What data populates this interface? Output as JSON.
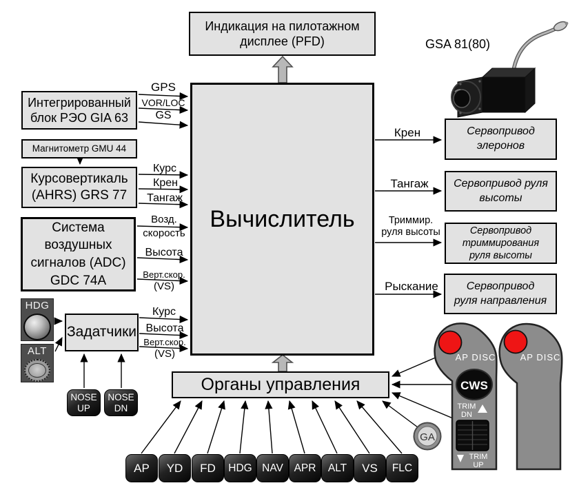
{
  "diagram": {
    "pfd_box": "Индикация  на  пилотажном\nдисплее  (PFD)",
    "computer_box": "Вычислитель",
    "controls_box": "Органы управления",
    "gia_box": "Интегрированный\nблок  РЭО  GIA 63",
    "gmu_box": "Магнитометр GMU 44",
    "ahrs_box": "Курсовертикаль\n(AHRS)  GRS 77",
    "adc_box": "Система\nвоздушных\nсигналов (ADC)\nGDC 74A",
    "setters_box": "Задатчики",
    "gsa_label": "GSA 81(80)"
  },
  "signals_left": {
    "gia": [
      "GPS",
      "VOR/LOC",
      "GS"
    ],
    "ahrs": [
      "Курс",
      "Крен",
      "Тангаж"
    ],
    "adc_airspeed_top": "Возд.",
    "adc_airspeed_bottom": "скорость",
    "adc_alt": "Высота",
    "adc_vs_top": "Верт.скор.",
    "adc_vs_bottom": "(VS)",
    "set_heading": "Курс",
    "set_alt": "Высота",
    "set_vs_top": "Верт.скор.",
    "set_vs_bottom": "(VS)"
  },
  "outputs": [
    {
      "signal": "Крен",
      "servo": "Сервопривод\nэлеронов"
    },
    {
      "signal": "Тангаж",
      "servo": "Сервопривод руля\nвысоты"
    },
    {
      "signal": "Триммир.\nруля высоты",
      "servo": "Сервопривод\nтриммирования\nруля высоты"
    },
    {
      "signal": "Рыскание",
      "servo": "Сервопривод\nруля направления"
    }
  ],
  "knobs": {
    "hdg": "HDG",
    "alt": "ALT"
  },
  "trim_keys": {
    "nose_up": "NOSE\nUP",
    "nose_dn": "NOSE\nDN"
  },
  "mode_buttons": [
    "AP",
    "YD",
    "FD",
    "HDG",
    "NAV",
    "APR",
    "ALT",
    "VS",
    "FLC"
  ],
  "yoke": {
    "ap_disc": "AP DISC",
    "cws": "CWS",
    "trim": "TRIM",
    "dn": "DN",
    "up": "UP",
    "ga": "GA"
  },
  "colors": {
    "box_fill": "#e2e2e2",
    "button_red": "#ee1515",
    "grip_gray": "#8c8c8c",
    "block_arrow": "#b8b8b8"
  }
}
